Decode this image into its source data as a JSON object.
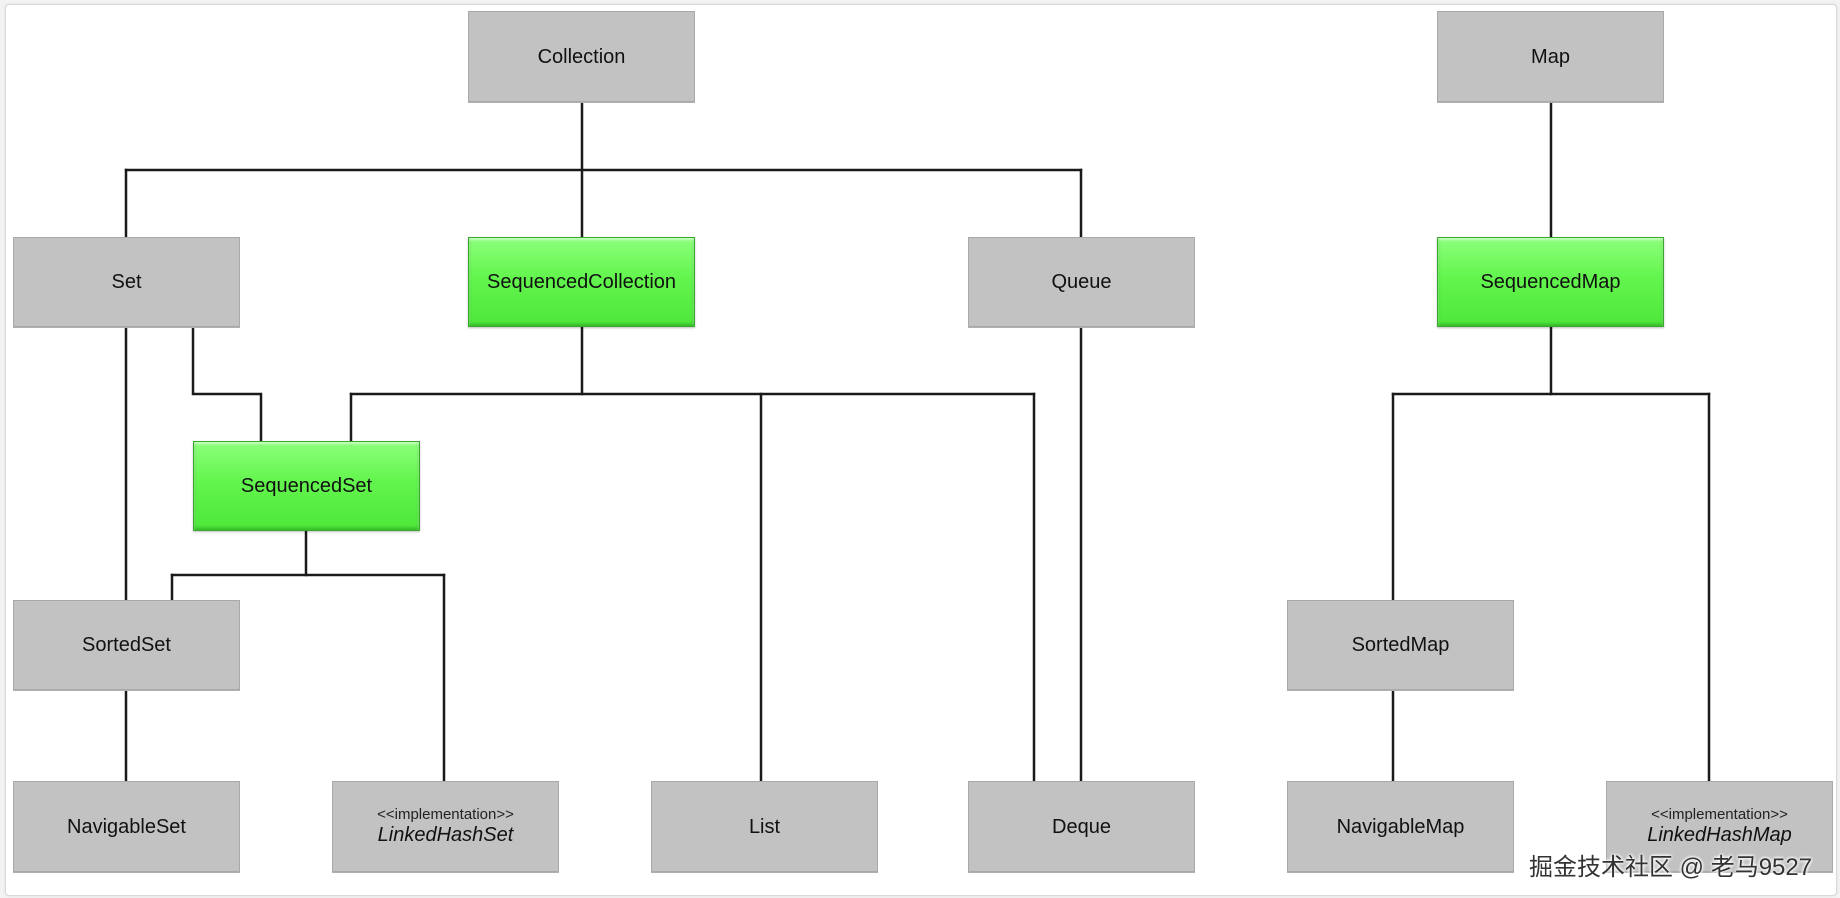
{
  "diagram": {
    "nodes": {
      "collection": "Collection",
      "map": "Map",
      "set": "Set",
      "sequenced_collection": "SequencedCollection",
      "queue": "Queue",
      "sequenced_map": "SequencedMap",
      "sequenced_set": "SequencedSet",
      "sorted_set": "SortedSet",
      "sorted_map": "SortedMap",
      "navigable_set": "NavigableSet",
      "linked_hash_set": {
        "stereotype": "<<implementation>>",
        "name": "LinkedHashSet"
      },
      "list": "List",
      "deque": "Deque",
      "navigable_map": "NavigableMap",
      "linked_hash_map": {
        "stereotype": "<<implementation>>",
        "name": "LinkedHashMap"
      }
    },
    "colors": {
      "interface_box": "#c2c2c2",
      "new_interface_box": "#5ff04a",
      "connector": "#1a1a1a"
    },
    "watermark": "掘金技术社区 @ 老马9527"
  }
}
